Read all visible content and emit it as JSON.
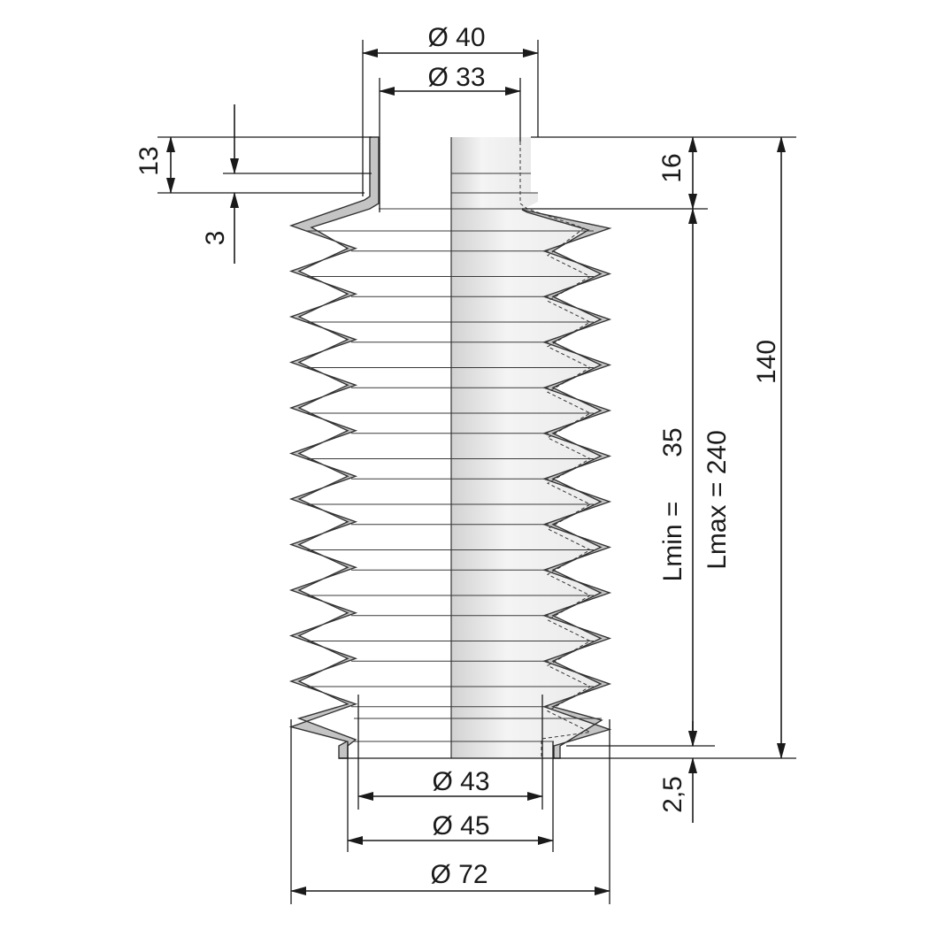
{
  "dimensions": {
    "top_outer_diameter": "Ø 40",
    "top_inner_diameter": "Ø 33",
    "collar_height": "13",
    "collar_step": "3",
    "collar_length": "16",
    "total_height": "140",
    "lmin_label": "Lmin =",
    "lmin_value": "35",
    "lmax_label": "Lmax = 240",
    "bottom_inner_diameter": "Ø 43",
    "bottom_outer_diameter": "Ø 45",
    "convolution_diameter": "Ø 72",
    "bottom_flange": "2,5"
  },
  "colors": {
    "wall": "#c4c4c4",
    "line": "#1a1a1a"
  }
}
